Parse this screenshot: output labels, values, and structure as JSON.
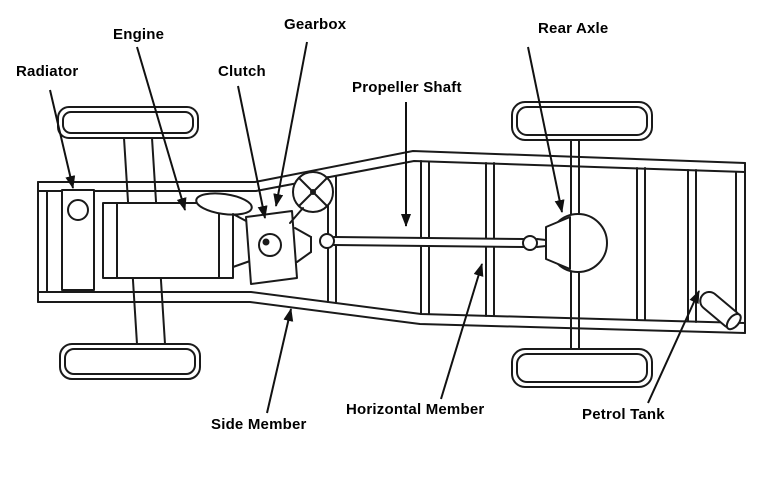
{
  "diagram": {
    "type": "car-chassis-top-view",
    "colors": {
      "line": "#1a1a1a",
      "background": "#ffffff",
      "text": "#000000"
    }
  },
  "labels": [
    {
      "id": "radiator",
      "text": "Radiator"
    },
    {
      "id": "engine",
      "text": "Engine"
    },
    {
      "id": "clutch",
      "text": "Clutch"
    },
    {
      "id": "gearbox",
      "text": "Gearbox"
    },
    {
      "id": "propeller-shaft",
      "text": "Propeller Shaft"
    },
    {
      "id": "rear-axle",
      "text": "Rear Axle"
    },
    {
      "id": "side-member",
      "text": "Side Member"
    },
    {
      "id": "horizontal-member",
      "text": "Horizontal Member"
    },
    {
      "id": "petrol-tank",
      "text": "Petrol Tank"
    }
  ]
}
